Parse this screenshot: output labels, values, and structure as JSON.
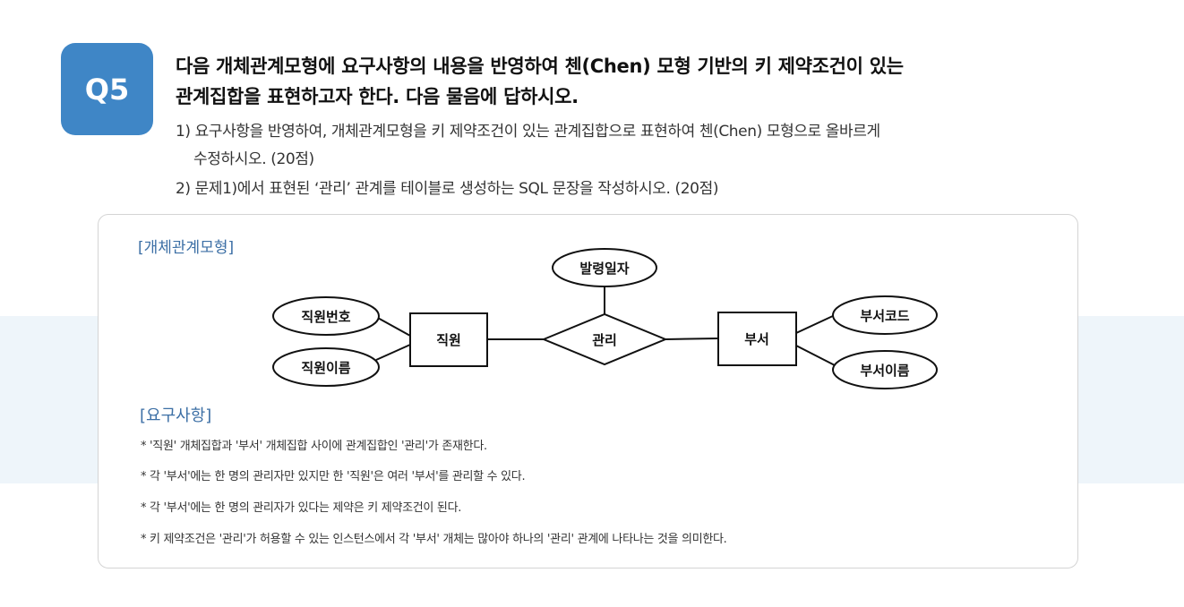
{
  "question": {
    "badge": "Q5",
    "title_line1": "다음 개체관계모형에 요구사항의 내용을 반영하여 첸(Chen) 모형 기반의 키 제약조건이 있는",
    "title_line2": "관계집합을 표현하고자 한다. 다음 물음에 답하시오.",
    "sub1_line1": "1) 요구사항을 반영하여, 개체관계모형을 키 제약조건이 있는 관계집합으로 표현하여 첸(Chen) 모형으로 올바르게",
    "sub1_line2": "수정하시오. (20점)",
    "sub2": "2) 문제1)에서 표현된 ‘관리’ 관계를 테이블로 생성하는 SQL 문장을 작성하시오. (20점)"
  },
  "diagram": {
    "label": "[개체관계모형]",
    "entities": {
      "employee": "직원",
      "department": "부서"
    },
    "relationship": "관리",
    "attributes": {
      "issue_date": "발령일자",
      "emp_no": "직원번호",
      "emp_name": "직원이름",
      "dept_code": "부서코드",
      "dept_name": "부서이름"
    }
  },
  "requirements": {
    "label": "[요구사항]",
    "items": [
      "* '직원' 개체집합과 '부서' 개체집합 사이에 관계집합인 '관리'가 존재한다.",
      "* 각 '부서'에는 한 명의 관리자만 있지만 한 '직원'은 여러 '부서'를 관리할 수 있다.",
      "* 각 '부서'에는 한 명의 관리자가 있다는 제약은 키 제약조건이 된다.",
      "* 키 제약조건은 '관리'가 허용할 수 있는 인스턴스에서 각 '부서' 개체는 많아야 하나의 '관리' 관계에 나타나는 것을 의미한다."
    ]
  },
  "colors": {
    "badge": "#3f86c6",
    "section_label": "#3c6fa5",
    "band": "#eef5fa"
  }
}
